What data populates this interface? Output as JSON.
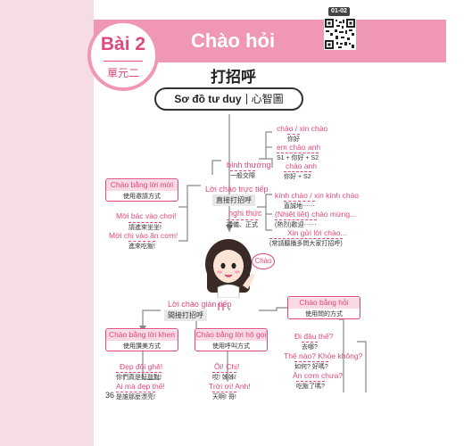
{
  "header": {
    "lesson_number": "Bài 2",
    "lesson_cn": "單元二",
    "title_vi": "Chào hỏi",
    "title_cn": "打招呼",
    "track": "01-02"
  },
  "mindmap": {
    "title_vi": "Sơ đồ tư duy",
    "title_cn": "心智圖",
    "direct": {
      "vi": "Lời chào trực tiếp",
      "cn": "直接打招呼"
    },
    "indirect": {
      "vi": "Lời chào gián tiếp",
      "cn": "間接打招呼"
    },
    "normal": {
      "vi": "bình thường",
      "cn": "一般交際"
    },
    "formal": {
      "vi": "nghi thức",
      "cn": "禮儀、正式"
    },
    "normal_items": [
      {
        "vi": "chào / xin chào",
        "cn": "你好"
      },
      {
        "vi": "em chào anh",
        "cn": "S1 + 你好 + S2"
      },
      {
        "vi": "chào anh",
        "cn": "你好 + S2"
      }
    ],
    "formal_items": [
      {
        "vi": "kính chào / xin kính chào",
        "cn": "直誠地⋯⋯"
      },
      {
        "vi": "(Nhiệt liệt) chào mừng...",
        "cn": "(熱烈)歡迎⋯⋯"
      },
      {
        "vi": "Xin gửi lời chào...",
        "cn": "(常請聽播多問大家打招呼)"
      }
    ],
    "girl_says": "Chào",
    "categories": {
      "invite": {
        "vi": "Chào bằng lời mời",
        "cn": "使用邀請方式"
      },
      "ask": {
        "vi": "Chào bằng hỏi",
        "cn": "使用問的方式"
      },
      "praise": {
        "vi": "Chào bằng lời khen",
        "cn": "使用讚美方式"
      },
      "call": {
        "vi": "Chào bằng lời hô gọi",
        "cn": "使用呼叫方式"
      }
    },
    "invite_examples": [
      {
        "vi": "Mời bác vào chơi!",
        "cn": "請進來坐坐!"
      },
      {
        "vi": "Mời chị vào ăn cơm!",
        "cn": "進來吃飯!"
      }
    ],
    "ask_examples": [
      {
        "vi": "Đi đâu thế?",
        "cn": "去哪?"
      },
      {
        "vi": "Thế nào? Khỏe không?",
        "cn": "如何? 好嗎?"
      },
      {
        "vi": "Ăn cơm chưa?",
        "cn": "吃飯了嗎?"
      }
    ],
    "praise_examples": [
      {
        "vi": "Đẹp đôi ghê!",
        "cn": "你們真是好登對!"
      },
      {
        "vi": "Ai mà đẹp thế!",
        "cn": "是誰那麼漂亮!"
      }
    ],
    "call_examples": [
      {
        "vi": "Ôi! Chị!",
        "cn": "哎! 姊姊!"
      },
      {
        "vi": "Trời ơi! Anh!",
        "cn": "天啊! 哥!"
      }
    ]
  },
  "page_number": "36",
  "colors": {
    "accent": "#e0487d",
    "band": "#ef97b4",
    "side": "#f6dde4"
  }
}
